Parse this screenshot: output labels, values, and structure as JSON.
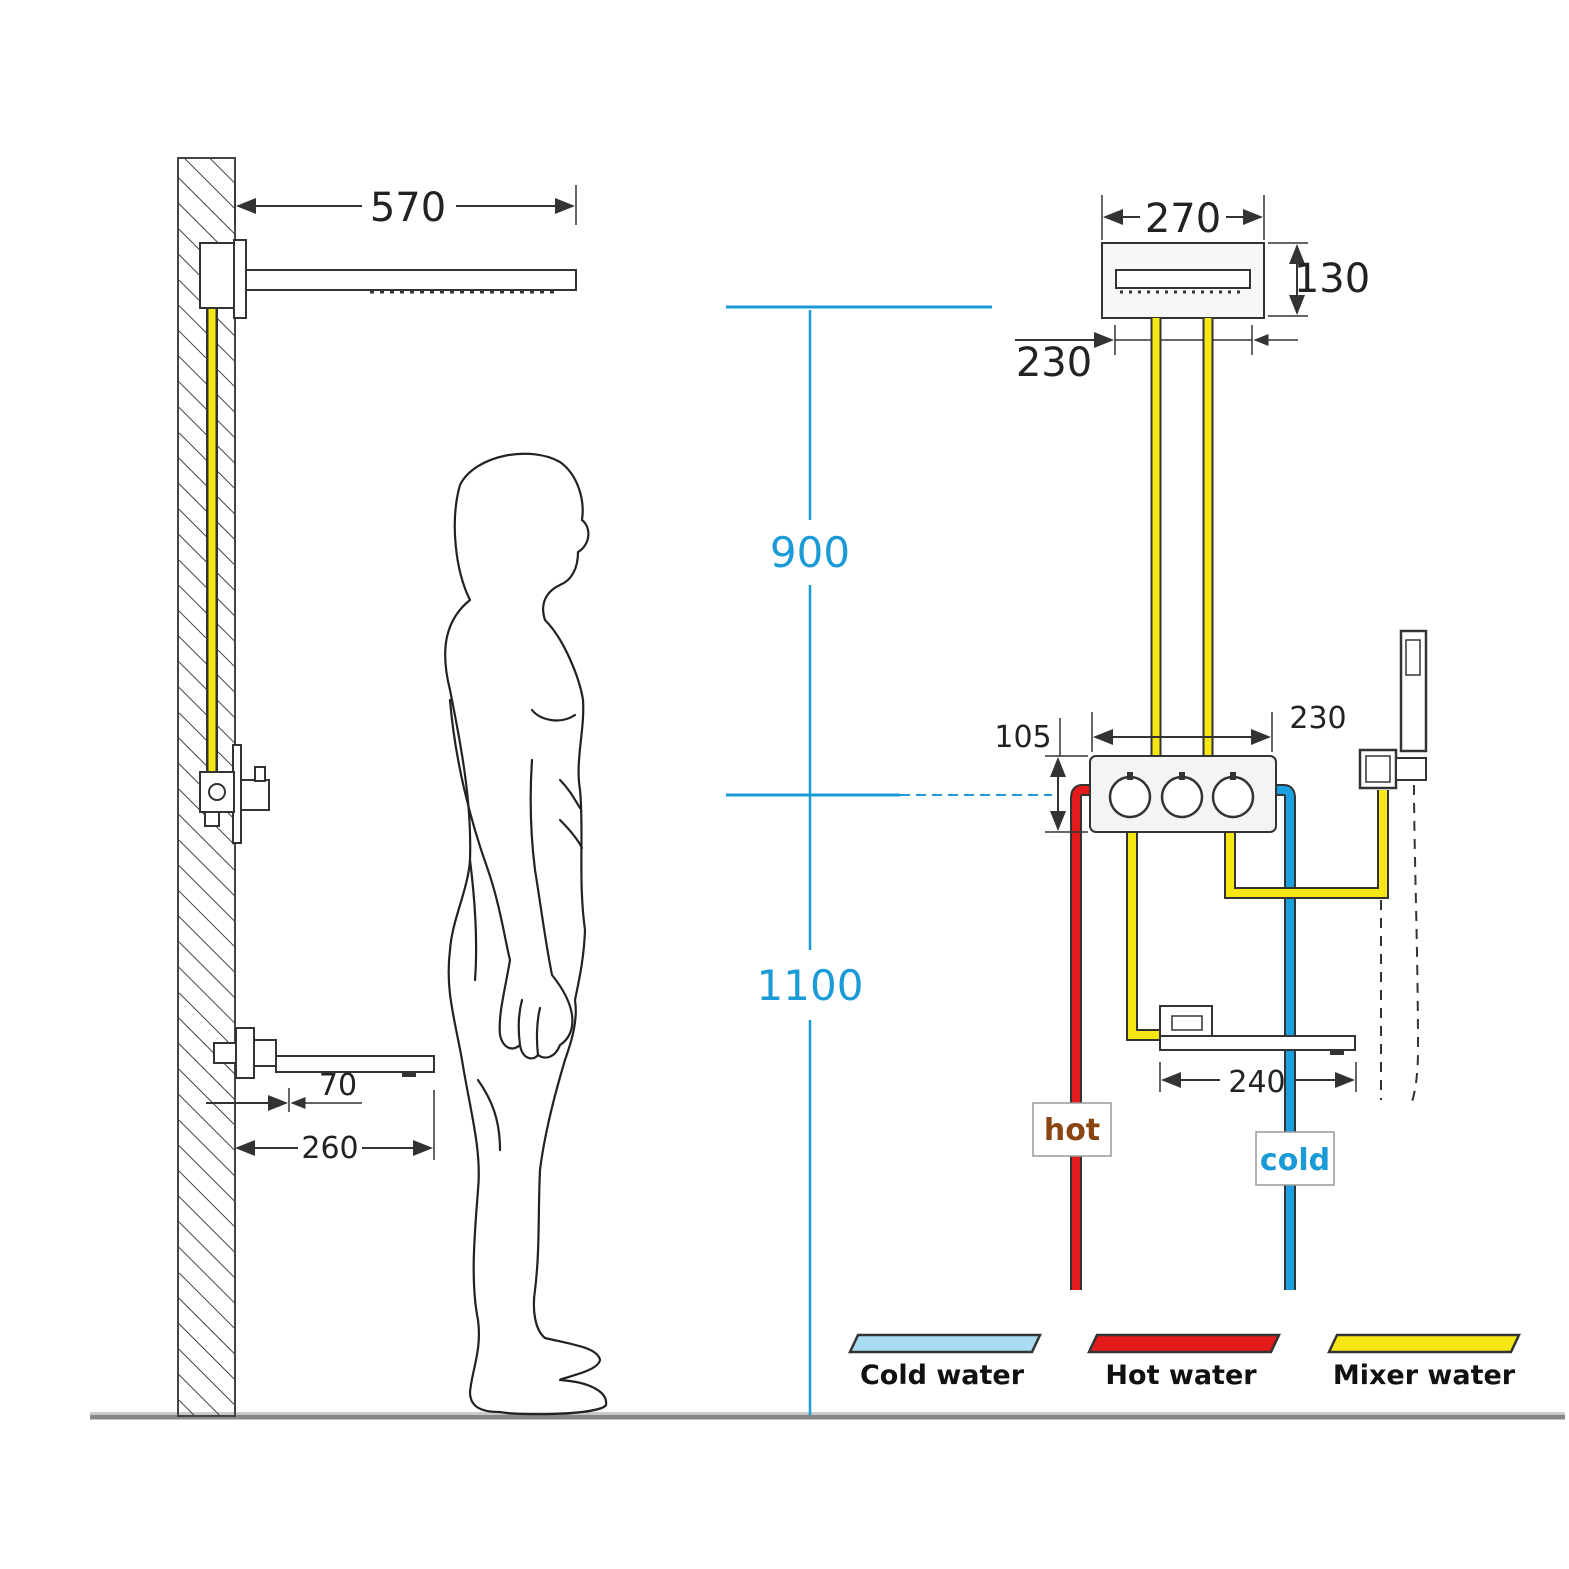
{
  "dimensions": {
    "arm_length": "570",
    "head_width": "270",
    "head_height": "130",
    "head_depth": "230",
    "overhead_height": "900",
    "valve_height": "1100",
    "valve_offset": "105",
    "valve_width": "230",
    "spout_width": "240",
    "spout_offset": "70",
    "spout_length": "260"
  },
  "pipe_labels": {
    "hot": "hot",
    "cold": "cold"
  },
  "legend": {
    "cold": "Cold water",
    "hot": "Hot water",
    "mixer": "Mixer water"
  },
  "colors": {
    "cold_water": "#1aa0e0",
    "hot_water": "#e41b1b",
    "mixer_water": "#f5e614",
    "dimension_blue": "#1a9ad6",
    "legend_cold_fill": "#a9dcf2",
    "hot_tag_text": "#8b4513"
  }
}
